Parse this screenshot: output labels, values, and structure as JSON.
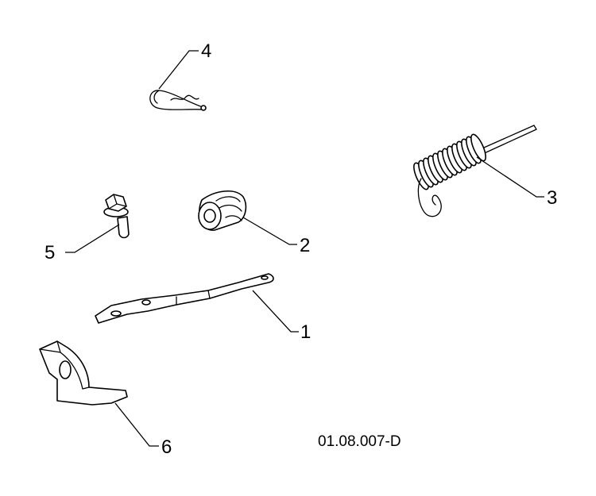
{
  "callouts": {
    "part_1": "1",
    "part_2": "2",
    "part_3": "3",
    "part_4": "4",
    "part_5": "5",
    "part_6": "6"
  },
  "reference_code": "01.08.007-D"
}
